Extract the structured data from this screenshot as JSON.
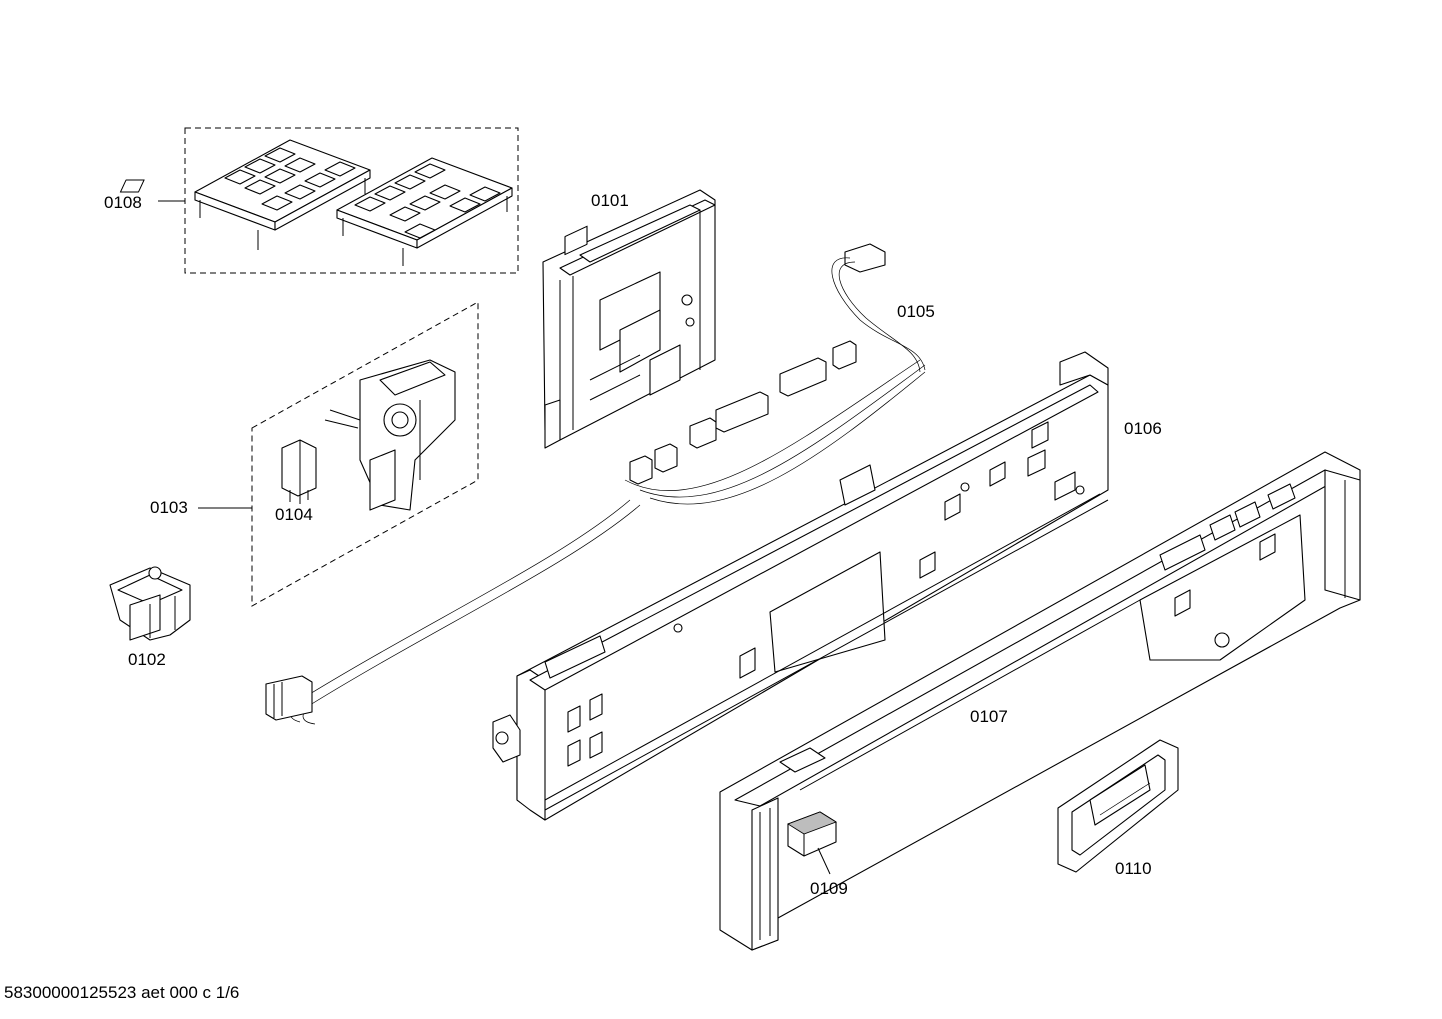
{
  "diagram": {
    "parts": [
      {
        "id": "0101",
        "label": "0101"
      },
      {
        "id": "0102",
        "label": "0102"
      },
      {
        "id": "0103",
        "label": "0103"
      },
      {
        "id": "0104",
        "label": "0104"
      },
      {
        "id": "0105",
        "label": "0105"
      },
      {
        "id": "0106",
        "label": "0106"
      },
      {
        "id": "0107",
        "label": "0107"
      },
      {
        "id": "0108",
        "label": "0108"
      },
      {
        "id": "0109",
        "label": "0109"
      },
      {
        "id": "0110",
        "label": "0110"
      }
    ],
    "footer": "58300000125523 aet 000 c 1/6"
  }
}
